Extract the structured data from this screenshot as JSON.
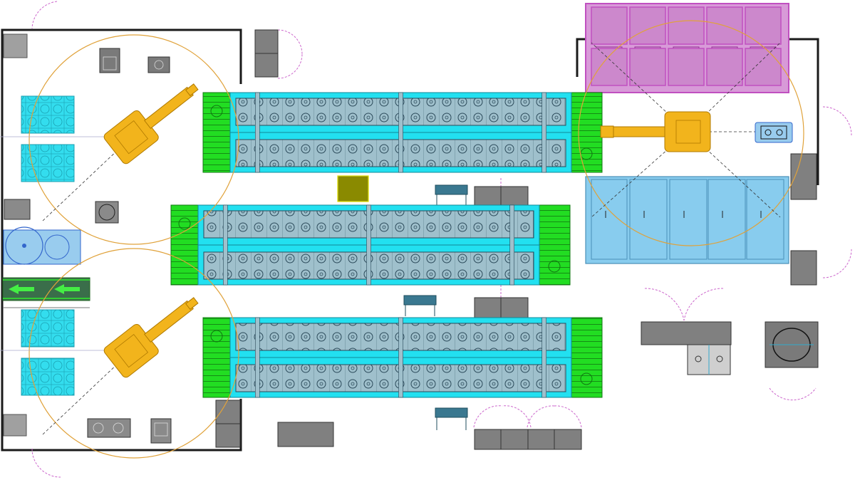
{
  "layout_name": "",
  "colors": {
    "background": "#ffffff",
    "conveyor_cyan": "#22e0f0",
    "conveyor_steel": "#9fc0cc",
    "fixture_green": "#22dd22",
    "robot_yellow": "#f2b41c",
    "reach_circle": "#e0a23a",
    "storage_magenta": "#d89ad8",
    "staging_blue": "#88ccee",
    "cabinet_gray": "#808080",
    "wall_black": "#1a1a1a",
    "door_magenta": "#cc66cc",
    "pallet_cyan": "#33ddee",
    "olive_box": "#8a8a00",
    "belt_green": "#33cc33",
    "bench_teal": "#3a7890"
  },
  "cells": [
    {
      "id": "cell-left",
      "robots": 2
    },
    {
      "id": "cell-right",
      "robots": 1
    }
  ],
  "conveyor_lines": [
    {
      "id": "line-1"
    },
    {
      "id": "line-2"
    },
    {
      "id": "line-3"
    }
  ],
  "flow_direction": "left"
}
